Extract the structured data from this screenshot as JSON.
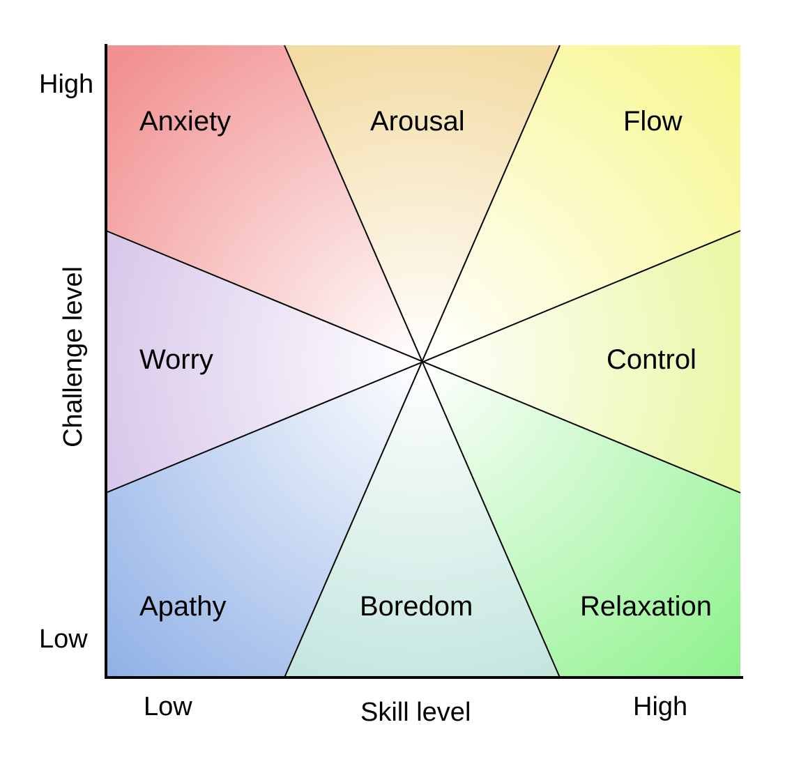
{
  "axes": {
    "x_title": "Skill level",
    "y_title": "Challenge level",
    "x_low": "Low",
    "x_high": "High",
    "y_low": "Low",
    "y_high": "High"
  },
  "regions": [
    {
      "id": "anxiety",
      "label": "Anxiety",
      "color": "#f29191"
    },
    {
      "id": "arousal",
      "label": "Arousal",
      "color": "#f3dba3"
    },
    {
      "id": "flow",
      "label": "Flow",
      "color": "#f7f78d"
    },
    {
      "id": "worry",
      "label": "Worry",
      "color": "#d8c8ea"
    },
    {
      "id": "control",
      "label": "Control",
      "color": "#eaf7a6"
    },
    {
      "id": "apathy",
      "label": "Apathy",
      "color": "#8fb0e6"
    },
    {
      "id": "boredom",
      "label": "Boredom",
      "color": "#c5e6df"
    },
    {
      "id": "relaxation",
      "label": "Relaxation",
      "color": "#8ef28c"
    }
  ]
}
